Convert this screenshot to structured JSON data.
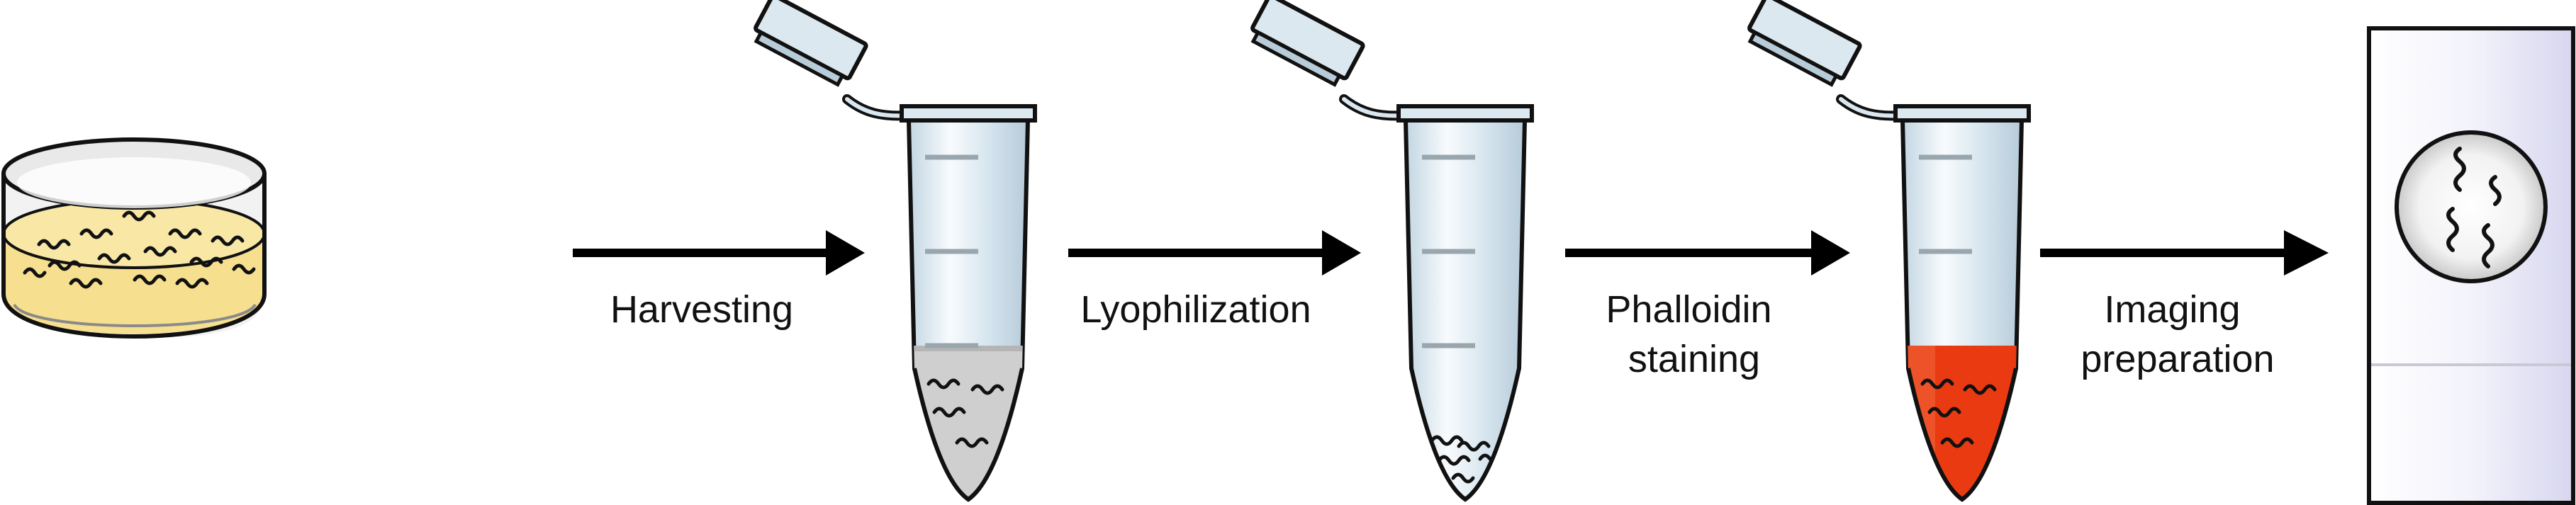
{
  "steps": [
    {
      "label_lines": [
        "Harvesting"
      ]
    },
    {
      "label_lines": [
        "Lyophilization"
      ]
    },
    {
      "label_lines": [
        "Phalloidin",
        "staining"
      ]
    },
    {
      "label_lines": [
        "Imaging",
        "preparation"
      ]
    }
  ],
  "icons": {
    "dish": "petri-dish-icon",
    "tube_1": "microcentrifuge-tube-icon",
    "tube_2": "microcentrifuge-tube-icon",
    "tube_3": "microcentrifuge-tube-icon",
    "slide": "microscope-slide-icon"
  },
  "colors": {
    "outline": "#111111",
    "medium": "#f6df8f",
    "tube_body": "#d9e7f0",
    "pellet": "#cfcfcf",
    "stain": "#ea3a12",
    "slide": "#ecebf8",
    "coverslip": "#d9d9d9",
    "worm": "#111111",
    "arrow": "#000000"
  }
}
